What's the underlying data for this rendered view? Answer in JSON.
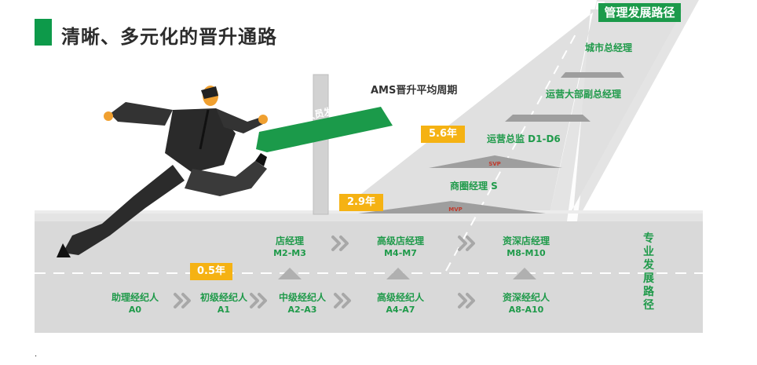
{
  "title": "清晰、多元化的晋升通路",
  "management": {
    "label": "管理发展路径",
    "cycle_label": "AMS晋升平均周期",
    "levels": [
      {
        "name": "城市总经理",
        "badge": ""
      },
      {
        "name": "运营大部副总经理",
        "badge": ""
      },
      {
        "name": "运营总监 D1-D6",
        "badge": "SVP"
      },
      {
        "name": "商圈经理 S",
        "badge": "MVP"
      }
    ]
  },
  "sign": {
    "label": "链家运营人员发展通道"
  },
  "durations": {
    "d1": "0.5年",
    "d2": "2.9年",
    "d3": "5.6年"
  },
  "professional": {
    "label": "专业发展路径",
    "top_row": [
      {
        "name": "店经理",
        "code": "M2-M3"
      },
      {
        "name": "高级店经理",
        "code": "M4-M7"
      },
      {
        "name": "资深店经理",
        "code": "M8-M10"
      }
    ],
    "bottom_row": [
      {
        "name": "助理经纪人",
        "code": "A0"
      },
      {
        "name": "初级经纪人",
        "code": "A1"
      },
      {
        "name": "中级经纪人",
        "code": "A2-A3"
      },
      {
        "name": "高级经纪人",
        "code": "A4-A7"
      },
      {
        "name": "资深经纪人",
        "code": "A8-A10"
      }
    ]
  },
  "footnote": ".",
  "colors": {
    "brand_green": "#1b9a4a",
    "accent_orange": "#f5b213",
    "road_gray": "#d9d9d9",
    "arrow_gray": "#a8a8a8"
  }
}
